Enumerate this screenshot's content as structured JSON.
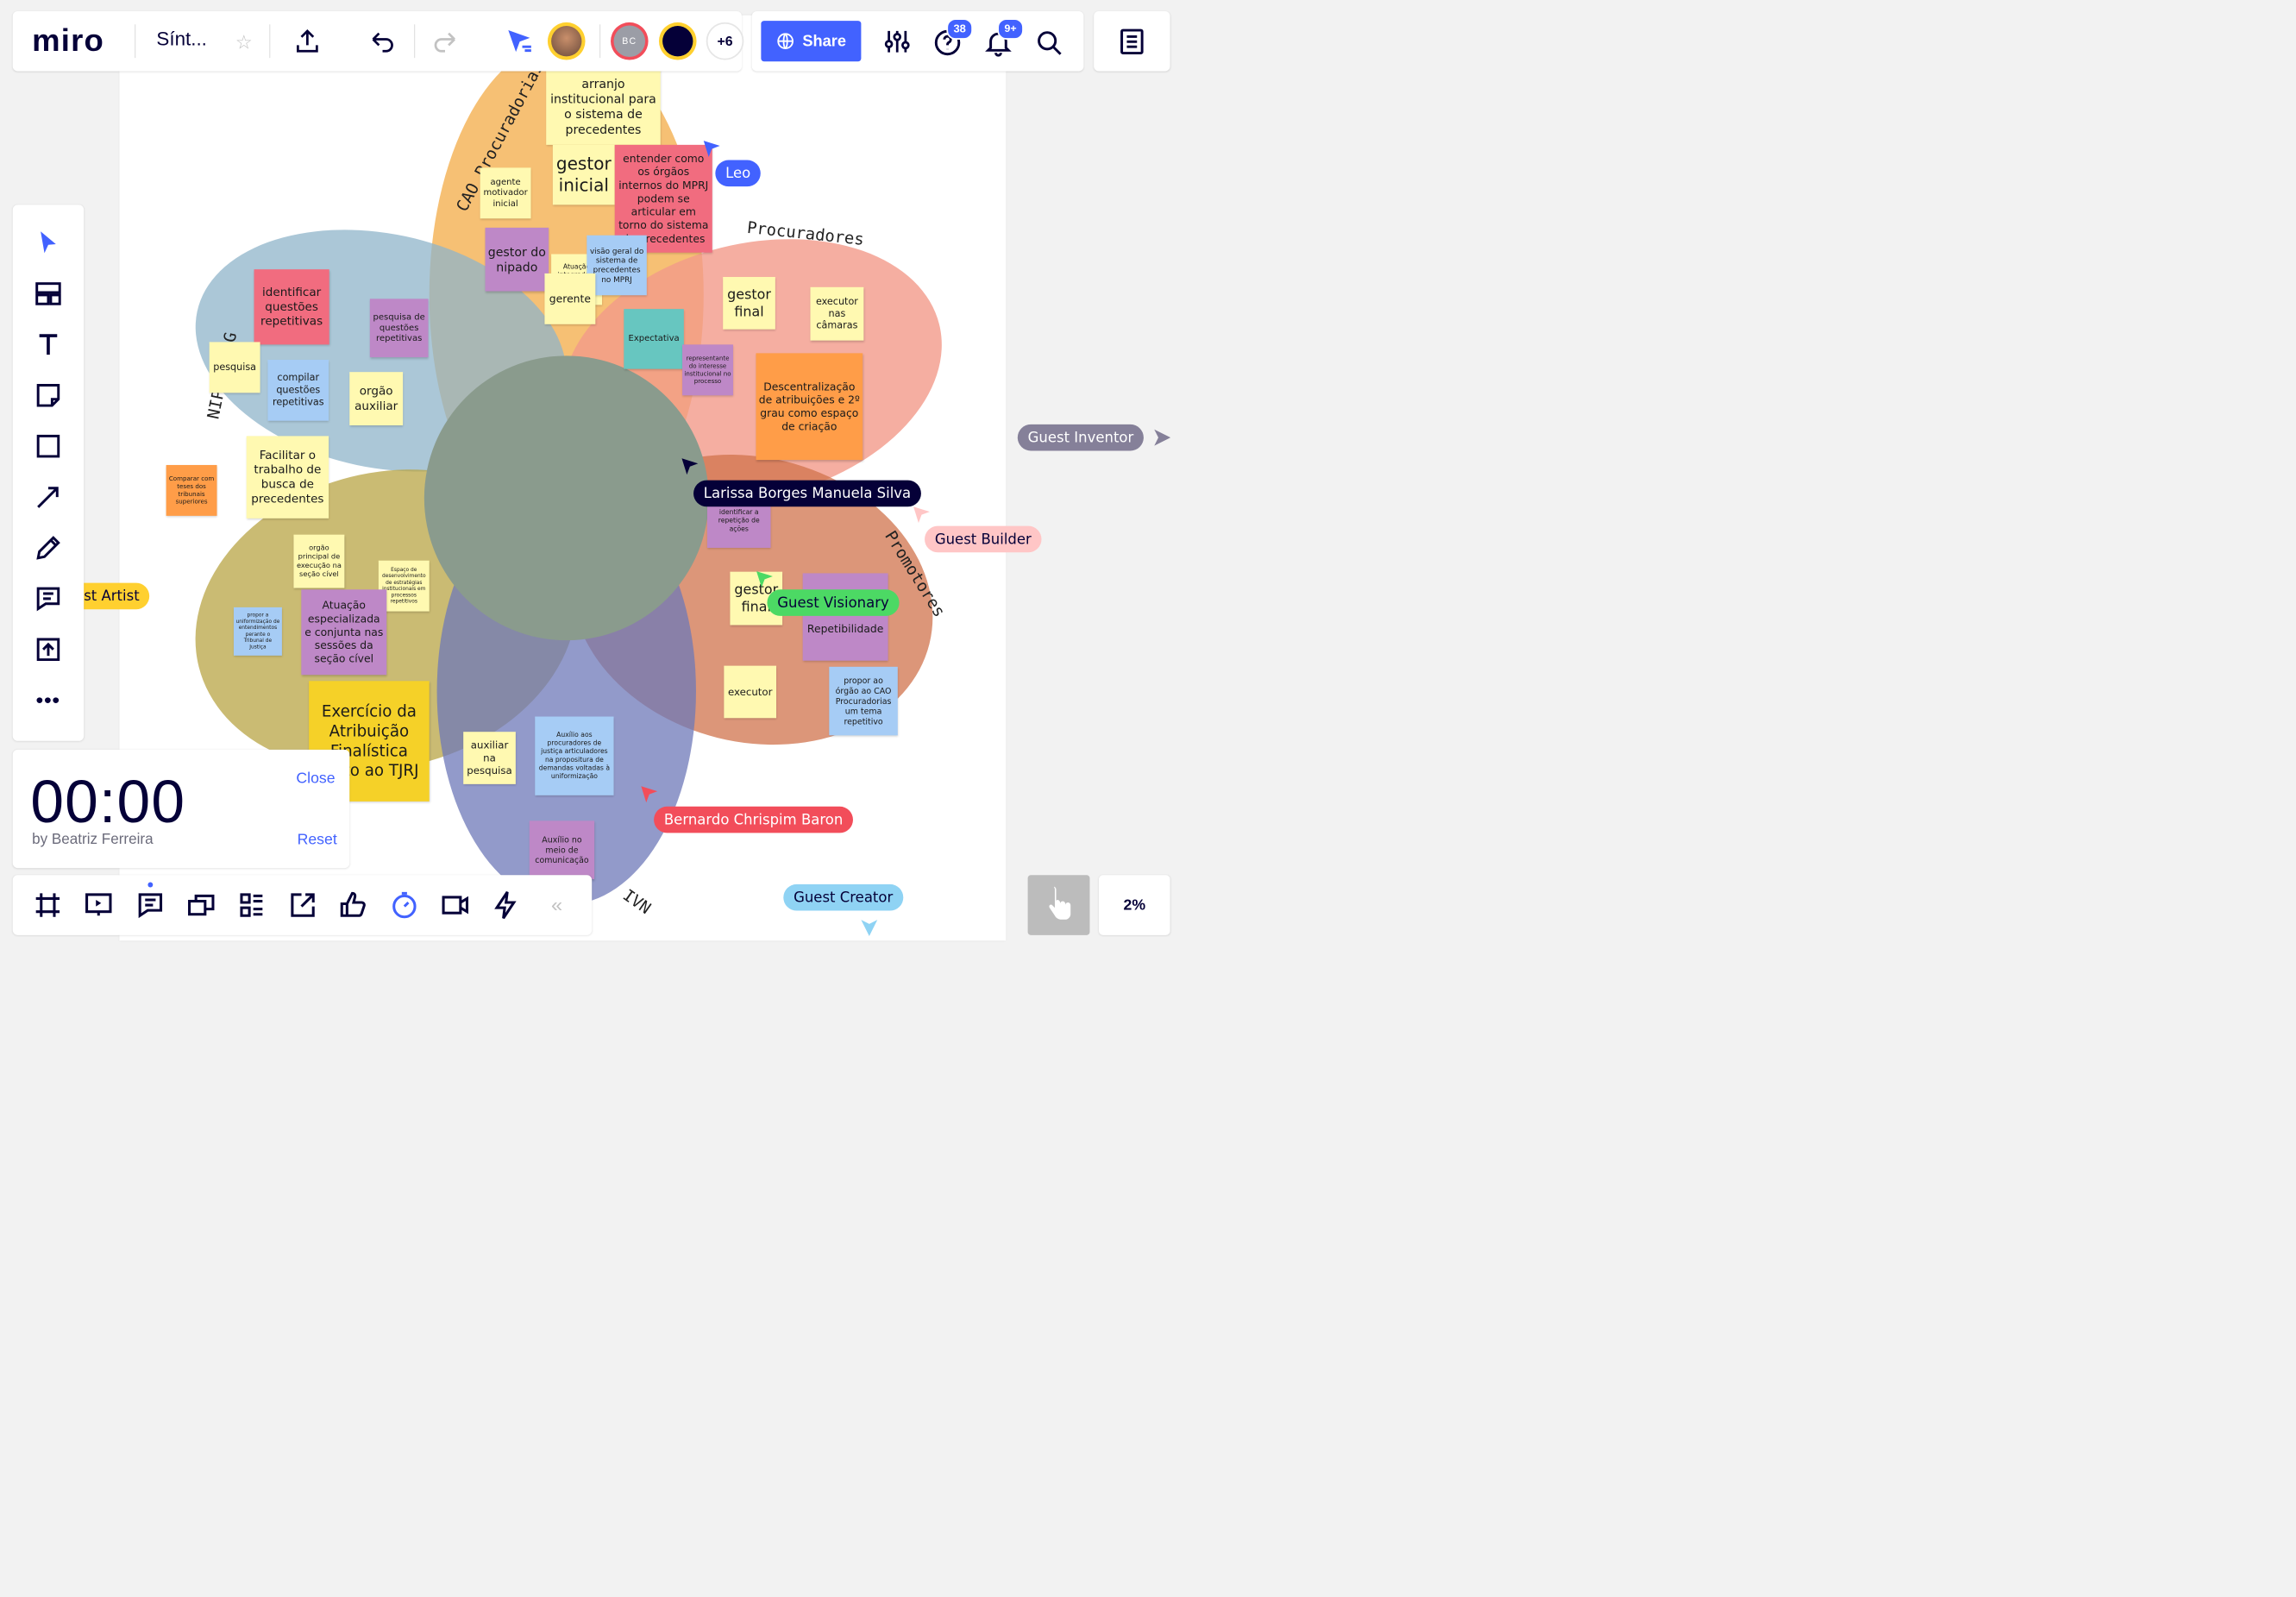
{
  "app": {
    "logo": "miro",
    "board_title": "Sínt...",
    "share_label": "Share",
    "help_badge": "38",
    "notif_badge": "9+",
    "extra_users": "+6",
    "user_initials": "BC",
    "zoom": "2%"
  },
  "timer": {
    "time": "00:00",
    "by": "by Beatriz Ferreira",
    "close": "Close",
    "reset": "Reset"
  },
  "petal_labels": {
    "cao": "CAO Procuradorias",
    "procuradores": "Procuradores",
    "nipado": "NIPADO-2G",
    "promotores": "Promotores",
    "ivn": "IVN"
  },
  "center_note": "Atuação integrada e efetiva do MPRJ",
  "notes": {
    "arranjo": "arranjo institucional para o sistema de precedentes",
    "gestor_inicial": "gestor inicial",
    "entender": "entender como os órgãos internos do MPRJ podem se articular em torno do sistema de precedentes",
    "agente": "agente motivador inicial",
    "gestor_nipado": "gestor do nipado",
    "visao": "visão geral do sistema de precedentes no MPRJ",
    "gerente": "gerente",
    "identificar": "identificar questões repetitivas",
    "pesquisa_questoes": "pesquisa de questões repetitivas",
    "pesquisa": "pesquisa",
    "compilar": "compilar questões repetitivas",
    "orgao_auxiliar": "orgão auxiliar",
    "facilitar": "Facilitar o trabalho de busca de precedentes",
    "comparar": "Comparar com teses dos tribunais superiores",
    "expectativa": "Expectativa",
    "representante": "representante do interesse institucional no processo",
    "gestor_final1": "gestor final",
    "executor_camaras": "executor nas câmaras",
    "descentralizacao": "Descentralização de atribuições e 2º grau como espaço de criação",
    "identificar_rep": "identificar a repetição de ações",
    "orgao_principal": "orgão principal de execução na seção cível",
    "espaco": "Espaço de desenvolvimento de estratégias institucionais em processos repetitivos",
    "propor_uniform": "propor a uniformização de entendimentos perante o Tribunal de Justiça",
    "atuacao_esp": "Atuação especializada e conjunta nas sessões da seção cível",
    "exercicio": "Exercício da Atribuição Finalística junto ao TJRJ",
    "gestor_final2": "gestor final",
    "repetibilidade": "Repetibilidade",
    "executor": "executor",
    "propor_orgao": "propor ao órgão ao CAO Procuradorias um tema repetitivo",
    "auxiliar": "auxiliar na pesquisa",
    "auxilio_proc": "Auxílio aos procuradores de justiça articuladores na propositura de demandas voltadas à uniformização",
    "auxilio_meio": "Auxílio no meio de comunicação"
  },
  "cursors": {
    "leo": "Leo",
    "larissa": "Larissa Borges Manuela Silva",
    "inventor": "Guest Inventor",
    "builder": "Guest Builder",
    "visionary": "Guest Visionary",
    "artist": "st Artist",
    "bernardo": "Bernardo Chrispim Baron",
    "creator": "Guest Creator"
  },
  "colors": {
    "accent": "#4262ff",
    "leo": "#4262ff",
    "larissa": "#050038",
    "inventor": "#858099",
    "builder": "#ffc6c6",
    "visionary": "#4cd964",
    "artist": "#ffd02f",
    "bernardo": "#f24d5a",
    "creator": "#8fd3f4"
  }
}
